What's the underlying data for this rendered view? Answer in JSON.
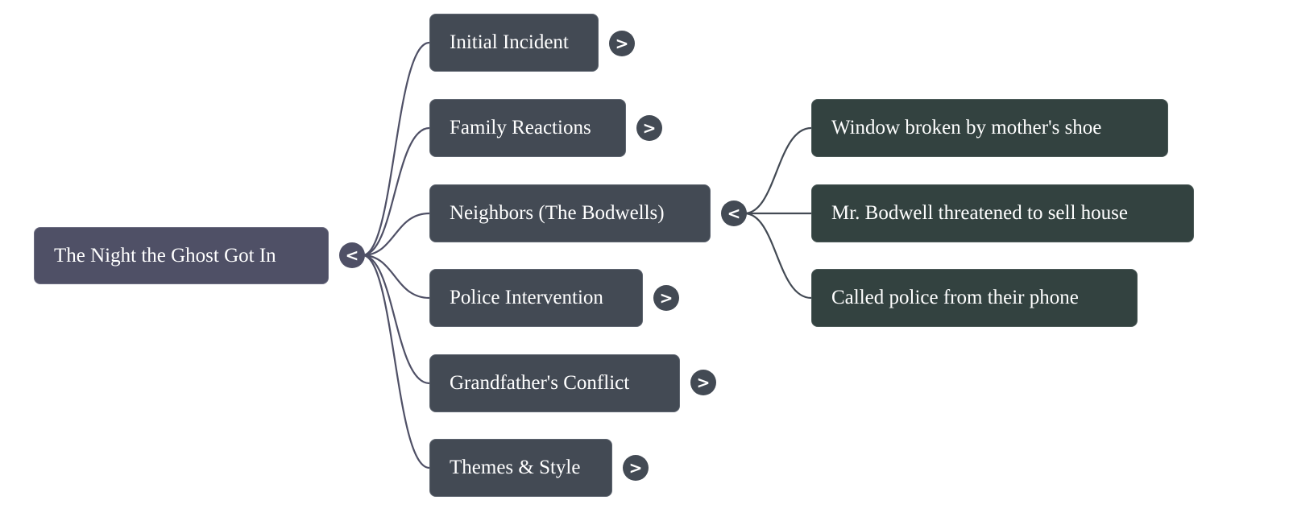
{
  "mindmap": {
    "root": {
      "label": "The Night the Ghost Got In",
      "toggle": "<",
      "toggle_icon": "collapse-chevron-left"
    },
    "branches": [
      {
        "label": "Initial Incident",
        "toggle": ">",
        "expanded": false,
        "children": []
      },
      {
        "label": "Family Reactions",
        "toggle": ">",
        "expanded": false,
        "children": []
      },
      {
        "label": "Neighbors (The Bodwells)",
        "toggle": "<",
        "expanded": true,
        "children": [
          {
            "label": "Window broken by mother's shoe"
          },
          {
            "label": "Mr. Bodwell threatened to sell house"
          },
          {
            "label": "Called police from their phone"
          }
        ]
      },
      {
        "label": "Police Intervention",
        "toggle": ">",
        "expanded": false,
        "children": []
      },
      {
        "label": "Grandfather's Conflict",
        "toggle": ">",
        "expanded": false,
        "children": []
      },
      {
        "label": "Themes & Style",
        "toggle": ">",
        "expanded": false,
        "children": []
      }
    ],
    "colors": {
      "root": "#4f5066",
      "level1": "#434a54",
      "level2": "#334240",
      "root_link": "#4f5066",
      "level1_link": "#434a54"
    }
  }
}
